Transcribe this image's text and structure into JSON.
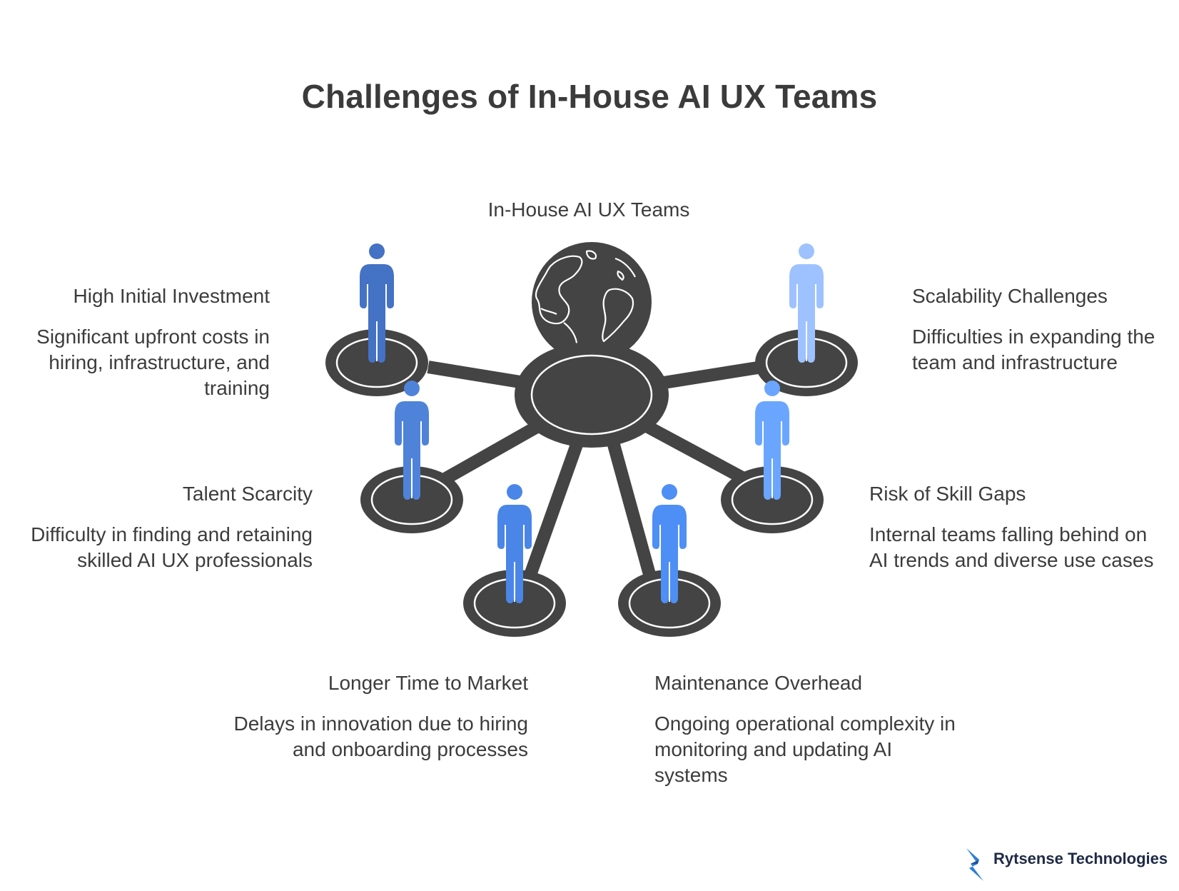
{
  "title": "Challenges of In-House AI UX Teams",
  "hub": {
    "label": "In-House AI UX Teams",
    "icon": "globe-icon"
  },
  "items": [
    {
      "id": "high",
      "heading": "High Initial Investment",
      "description": "Significant upfront costs in hiring, infrastructure, and training",
      "color": "#4472c4"
    },
    {
      "id": "talent",
      "heading": "Talent Scarcity",
      "description": "Difficulty in finding and retaining skilled AI UX professionals",
      "color": "#4f83d9"
    },
    {
      "id": "longer",
      "heading": "Longer Time to Market",
      "description": "Delays in innovation due to hiring and onboarding processes",
      "color": "#4a86e8"
    },
    {
      "id": "maint",
      "heading": "Maintenance Overhead",
      "description": "Ongoing operational complexity in monitoring and updating AI systems",
      "color": "#4d8ff5"
    },
    {
      "id": "risk",
      "heading": "Risk of Skill Gaps",
      "description": "Internal teams falling behind on AI trends and diverse use cases",
      "color": "#6aa6ff"
    },
    {
      "id": "scal",
      "heading": "Scalability Challenges",
      "description": "Difficulties in expanding the team and infrastructure",
      "color": "#9ec2ff"
    }
  ],
  "colors": {
    "platform": "#444444",
    "text": "#3c3c3c",
    "brand": "#2f7ed8"
  },
  "brand": {
    "name": "Rytsense Technologies",
    "icon": "rytsense-logo-icon"
  }
}
